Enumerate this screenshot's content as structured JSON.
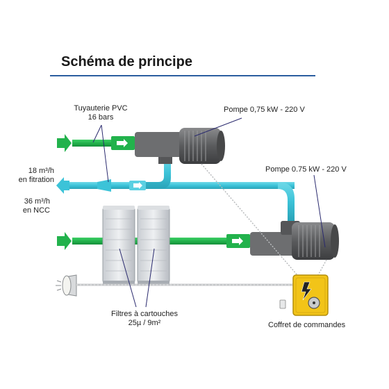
{
  "title": "Schéma de principe",
  "labels": {
    "tuyauterie_line1": "Tuyauterie PVC",
    "tuyauterie_line2": "16 bars",
    "pompe_top": "Pompe 0,75 kW - 220 V",
    "pompe_right": "Pompe 0.75 kW - 220 V",
    "flow_filtration_line1": "18 m³/h",
    "flow_filtration_line2": "en fitration",
    "flow_ncc_line1": "36 m³/h",
    "flow_ncc_line2": "en NCC",
    "filtres_line1": "Filtres à cartouches",
    "filtres_line2": "25µ / 9m²",
    "coffret": "Coffret de commandes"
  },
  "colors": {
    "title_rule": "#2a5d9f",
    "green_pipe": "#22b24c",
    "blue_pipe": "#3cc3d8",
    "pump_gray": "#6d6e70",
    "control_box": "#f2c418"
  }
}
